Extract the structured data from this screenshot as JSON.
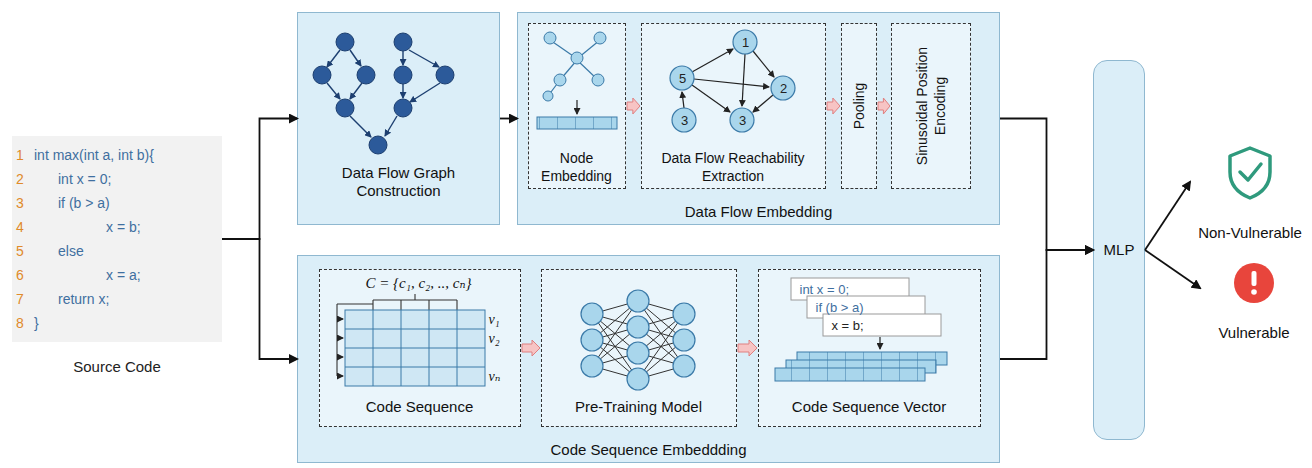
{
  "diagram": {
    "nodes": [
      {
        "text": [
          "1",
          "int max(int a, int b){",
          "2",
          "int x = 0;",
          "3",
          "if (b > a)",
          "4",
          "x = b;",
          "5",
          "else",
          "6",
          "x = a;",
          "7",
          "return x;",
          "8",
          "}",
          "Source Code"
        ]
      },
      {
        "text": [
          "Data Flow Graph Construction"
        ]
      },
      {
        "text": [
          "Data Flow Embedding"
        ]
      },
      {
        "text": [
          "Node Embedding"
        ],
        "in": 2
      },
      {
        "text": [
          "Data Flow Reachability Extraction"
        ],
        "in": 2
      },
      {
        "text": [
          "Pooling"
        ],
        "in": 2
      },
      {
        "text": [
          "Sinusoidal Position Encoding"
        ],
        "in": 2
      },
      {
        "text": [
          "Code Sequence Embeddding"
        ]
      },
      {
        "text": [
          "C = {c₁, c₂, .., cₙ}",
          "v₁",
          "v₂",
          "vₙ",
          "Code Sequence"
        ],
        "in": 7
      },
      {
        "text": [
          "Pre-Training Model"
        ],
        "in": 7
      },
      {
        "text": [
          "int x = 0;",
          "if (b > a)",
          "x = b;",
          "Code Sequence Vector"
        ],
        "in": 7
      },
      {
        "text": [
          "MLP"
        ]
      },
      {
        "text": [
          "Non-Vulnerable"
        ]
      },
      {
        "text": [
          "Vulnerable"
        ]
      }
    ],
    "edges": [
      {
        "from": 0,
        "to": 1,
        "arrow": "to"
      },
      {
        "from": 0,
        "to": 7,
        "arrow": "to"
      },
      {
        "from": 1,
        "to": 2,
        "arrow": "to"
      },
      {
        "from": 3,
        "to": 4,
        "arrow": "to"
      },
      {
        "from": 4,
        "to": 5,
        "arrow": "to"
      },
      {
        "from": 5,
        "to": 6,
        "arrow": "to"
      },
      {
        "from": 8,
        "to": 9,
        "arrow": "to"
      },
      {
        "from": 9,
        "to": 10,
        "arrow": "to"
      },
      {
        "from": 2,
        "to": 11,
        "arrow": "to"
      },
      {
        "from": 7,
        "to": 11,
        "arrow": "to"
      },
      {
        "from": 11,
        "to": 12,
        "arrow": "to"
      },
      {
        "from": 11,
        "to": 13,
        "arrow": "to"
      }
    ],
    "labels": [
      "1",
      "5",
      "3",
      "2",
      "3"
    ]
  }
}
